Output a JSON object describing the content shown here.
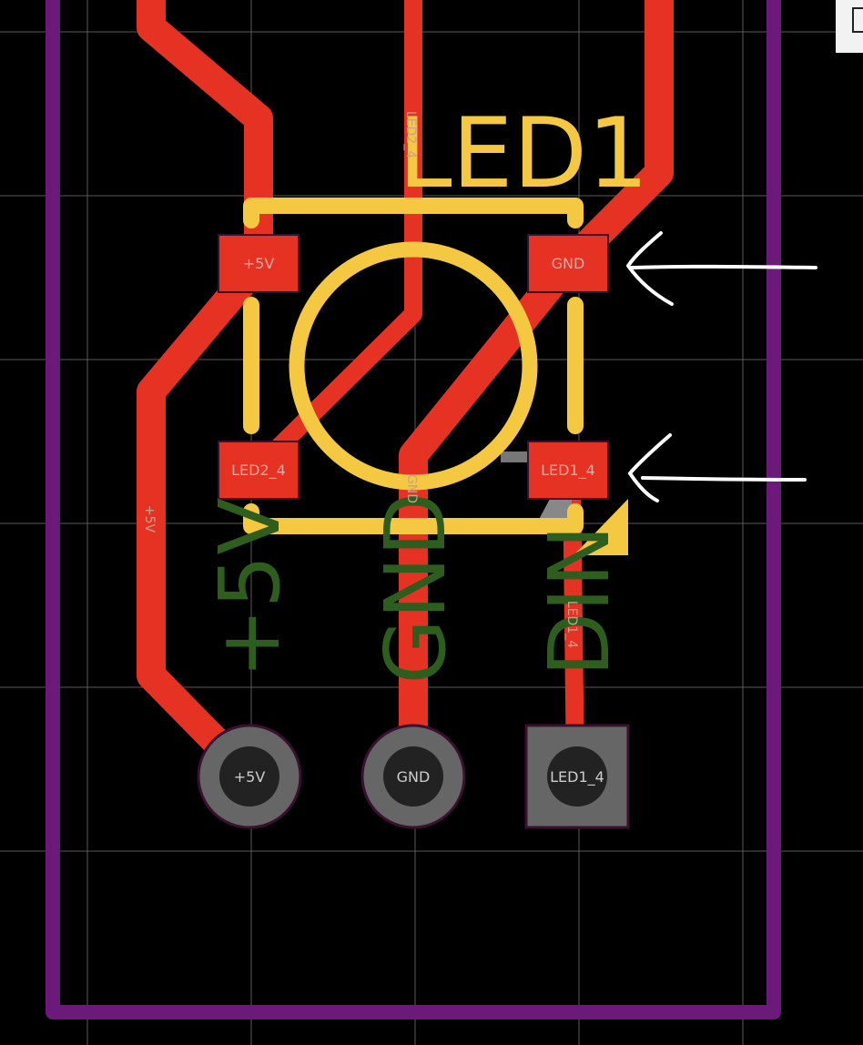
{
  "component": {
    "designator": "LED1"
  },
  "pads": {
    "smd_top_left": "+5V",
    "smd_top_right": "GND",
    "smd_bottom_left": "LED2_4",
    "smd_bottom_right": "LED1_4"
  },
  "through_holes": {
    "left": "+5V",
    "middle": "GND",
    "right": "LED1_4"
  },
  "silkscreen": {
    "left": "+5V",
    "middle": "GND",
    "right": "DIN"
  },
  "trace_labels": {
    "top_center": "LED2_4",
    "left_vertical": "+5V",
    "center_vertical": "GND",
    "right_vertical": "LED1_4"
  },
  "colors": {
    "background": "#000000",
    "board_outline": "#6b1a7a",
    "copper_trace": "#e53222",
    "component_outline": "#f5c842",
    "silkscreen_text": "#2e5e1e",
    "pad_label": "#f0a8a0",
    "through_hole_ring": "#666666",
    "annotation_arrow": "#ffffff"
  }
}
